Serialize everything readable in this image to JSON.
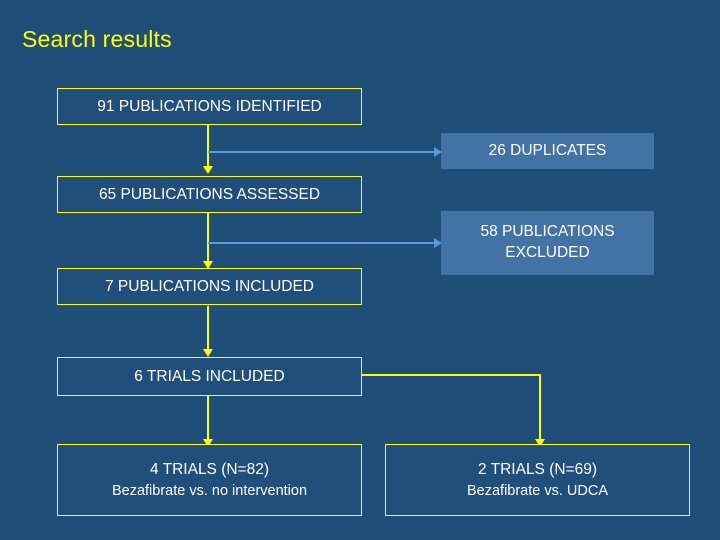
{
  "page": {
    "title": "Search results",
    "background_color": "#1F4E79",
    "title_color": "#FFFF00",
    "flow_color": "#FFFF00",
    "exclusion_color": "#5B9BD5"
  },
  "nodes": {
    "identified": {
      "label": "91 PUBLICATIONS IDENTIFIED"
    },
    "duplicates": {
      "label": "26 DUPLICATES"
    },
    "assessed": {
      "label": "65 PUBLICATIONS ASSESSED"
    },
    "excluded": {
      "line1": "58 PUBLICATIONS",
      "line2": "EXCLUDED"
    },
    "included": {
      "label": "7 PUBLICATIONS INCLUDED"
    },
    "trials_included": {
      "label": "6 TRIALS INCLUDED"
    },
    "trials_left": {
      "line1": "4 TRIALS (N=82)",
      "line2": "Bezafibrate vs. no intervention"
    },
    "trials_right": {
      "line1": "2 TRIALS (N=69)",
      "line2": "Bezafibrate vs. UDCA"
    }
  }
}
